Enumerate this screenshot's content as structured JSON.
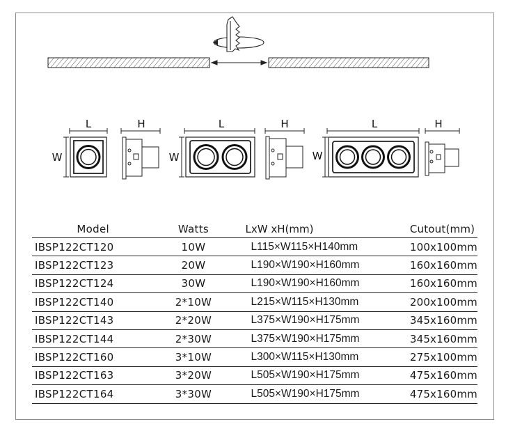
{
  "dimension_labels": {
    "length": "L",
    "width": "W",
    "height": "H"
  },
  "table": {
    "headers": {
      "model": "Model",
      "watts": "Watts",
      "dimensions": "LxW xH(mm)",
      "cutout": "Cutout(mm)"
    },
    "rows": [
      {
        "model": "IBSP122CT120",
        "watts": "10W",
        "dimensions": "L115×W115×H140mm",
        "cutout": "100x100mm"
      },
      {
        "model": "IBSP122CT123",
        "watts": "20W",
        "dimensions": "L190×W190×H160mm",
        "cutout": "160x160mm"
      },
      {
        "model": "IBSP122CT124",
        "watts": "30W",
        "dimensions": "L190×W190×H160mm",
        "cutout": "160x160mm"
      },
      {
        "model": "IBSP122CT140",
        "watts": "2*10W",
        "dimensions": "L215×W115×H130mm",
        "cutout": "200x100mm"
      },
      {
        "model": "IBSP122CT143",
        "watts": "2*20W",
        "dimensions": "L375×W190×H175mm",
        "cutout": "345x160mm"
      },
      {
        "model": "IBSP122CT144",
        "watts": "2*30W",
        "dimensions": "L375×W190×H175mm",
        "cutout": "345x160mm"
      },
      {
        "model": "IBSP122CT160",
        "watts": "3*10W",
        "dimensions": "L300×W115×H130mm",
        "cutout": "275x100mm"
      },
      {
        "model": "IBSP122CT163",
        "watts": "3*20W",
        "dimensions": "L505×W190×H175mm",
        "cutout": "475x160mm"
      },
      {
        "model": "IBSP122CT164",
        "watts": "3*30W",
        "dimensions": "L505×W190×H175mm",
        "cutout": "475x160mm"
      }
    ]
  }
}
